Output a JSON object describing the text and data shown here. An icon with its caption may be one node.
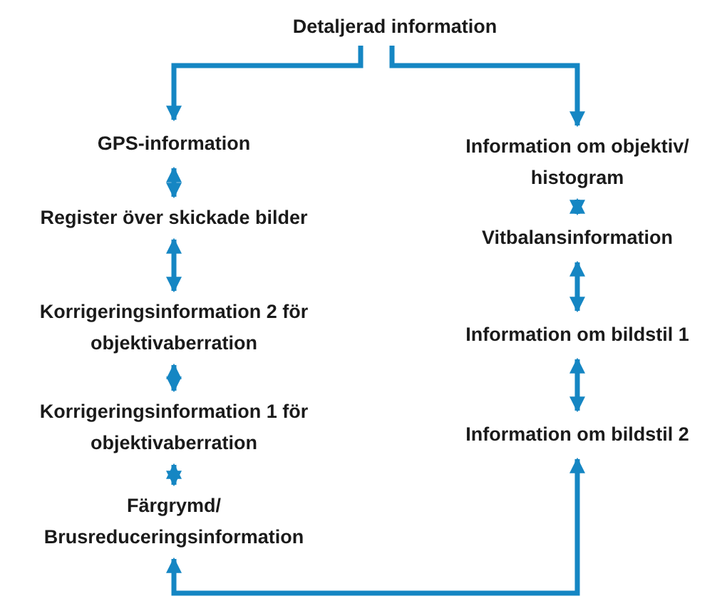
{
  "diagram": {
    "nodes": [
      {
        "text": [
          "Detaljerad information"
        ]
      },
      {
        "text": [
          "GPS-information"
        ]
      },
      {
        "text": [
          "Register över skickade bilder"
        ]
      },
      {
        "text": [
          "Korrigeringsinformation 2 för objektivaberration"
        ]
      },
      {
        "text": [
          "Korrigeringsinformation 1 för objektivaberration"
        ]
      },
      {
        "text": [
          "Färgrymd/ Brusreduceringsinformation"
        ]
      },
      {
        "text": [
          "Information om objektiv/ histogram"
        ]
      },
      {
        "text": [
          "Vitbalansinformation"
        ]
      },
      {
        "text": [
          "Information om bildstil 1"
        ]
      },
      {
        "text": [
          "Information om bildstil 2"
        ]
      }
    ],
    "edges": [
      {
        "from": 0,
        "to": 1,
        "arrow": "to"
      },
      {
        "from": 0,
        "to": 6,
        "arrow": "to"
      },
      {
        "from": 1,
        "to": 2,
        "arrow": "both"
      },
      {
        "from": 2,
        "to": 3,
        "arrow": "both"
      },
      {
        "from": 3,
        "to": 4,
        "arrow": "both"
      },
      {
        "from": 4,
        "to": 5,
        "arrow": "both"
      },
      {
        "from": 6,
        "to": 7,
        "arrow": "both"
      },
      {
        "from": 7,
        "to": 8,
        "arrow": "both"
      },
      {
        "from": 8,
        "to": 9,
        "arrow": "both"
      },
      {
        "from": 5,
        "to": 9,
        "arrow": "both"
      }
    ]
  }
}
